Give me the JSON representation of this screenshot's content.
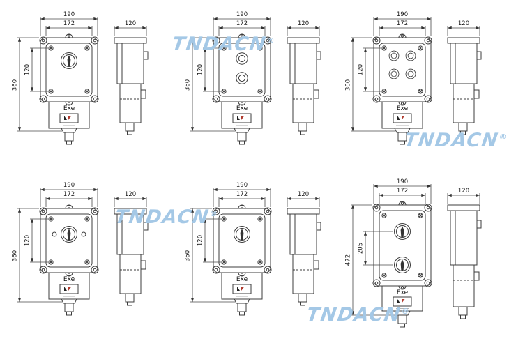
{
  "page": {
    "background": "#ffffff"
  },
  "watermark": {
    "text": "TNDACN",
    "registered": "®",
    "color": "#a4c8e6"
  },
  "units": [
    {
      "label": "Exe",
      "controls": "rotary-switch",
      "dim_top": "190",
      "dim_inner": "172",
      "dim_side": "120",
      "dim_height": "360",
      "dim_panel": "120"
    },
    {
      "label": "Exe",
      "controls": "two-pushbuttons",
      "dim_top": "190",
      "dim_inner": "172",
      "dim_side": "120",
      "dim_height": "360",
      "dim_panel": "120"
    },
    {
      "label": "Exe",
      "controls": "four-pushbuttons",
      "dim_top": "190",
      "dim_inner": "172",
      "dim_side": "120",
      "dim_height": "360",
      "dim_panel": "120"
    },
    {
      "label": "Exe",
      "controls": "rotary-switch-with-lamps",
      "dim_top": "190",
      "dim_inner": "172",
      "dim_side": "120",
      "dim_height": "360",
      "dim_panel": "120"
    },
    {
      "label": "Exe",
      "controls": "rotary-switch",
      "dim_top": "190",
      "dim_inner": "172",
      "dim_side": "120",
      "dim_height": "360",
      "dim_panel": "120"
    },
    {
      "label": "Exe",
      "controls": "two-rotary-switches",
      "dim_top": "190",
      "dim_inner": "172",
      "dim_side": "120",
      "dim_height": "472",
      "dim_panel": "205"
    }
  ]
}
